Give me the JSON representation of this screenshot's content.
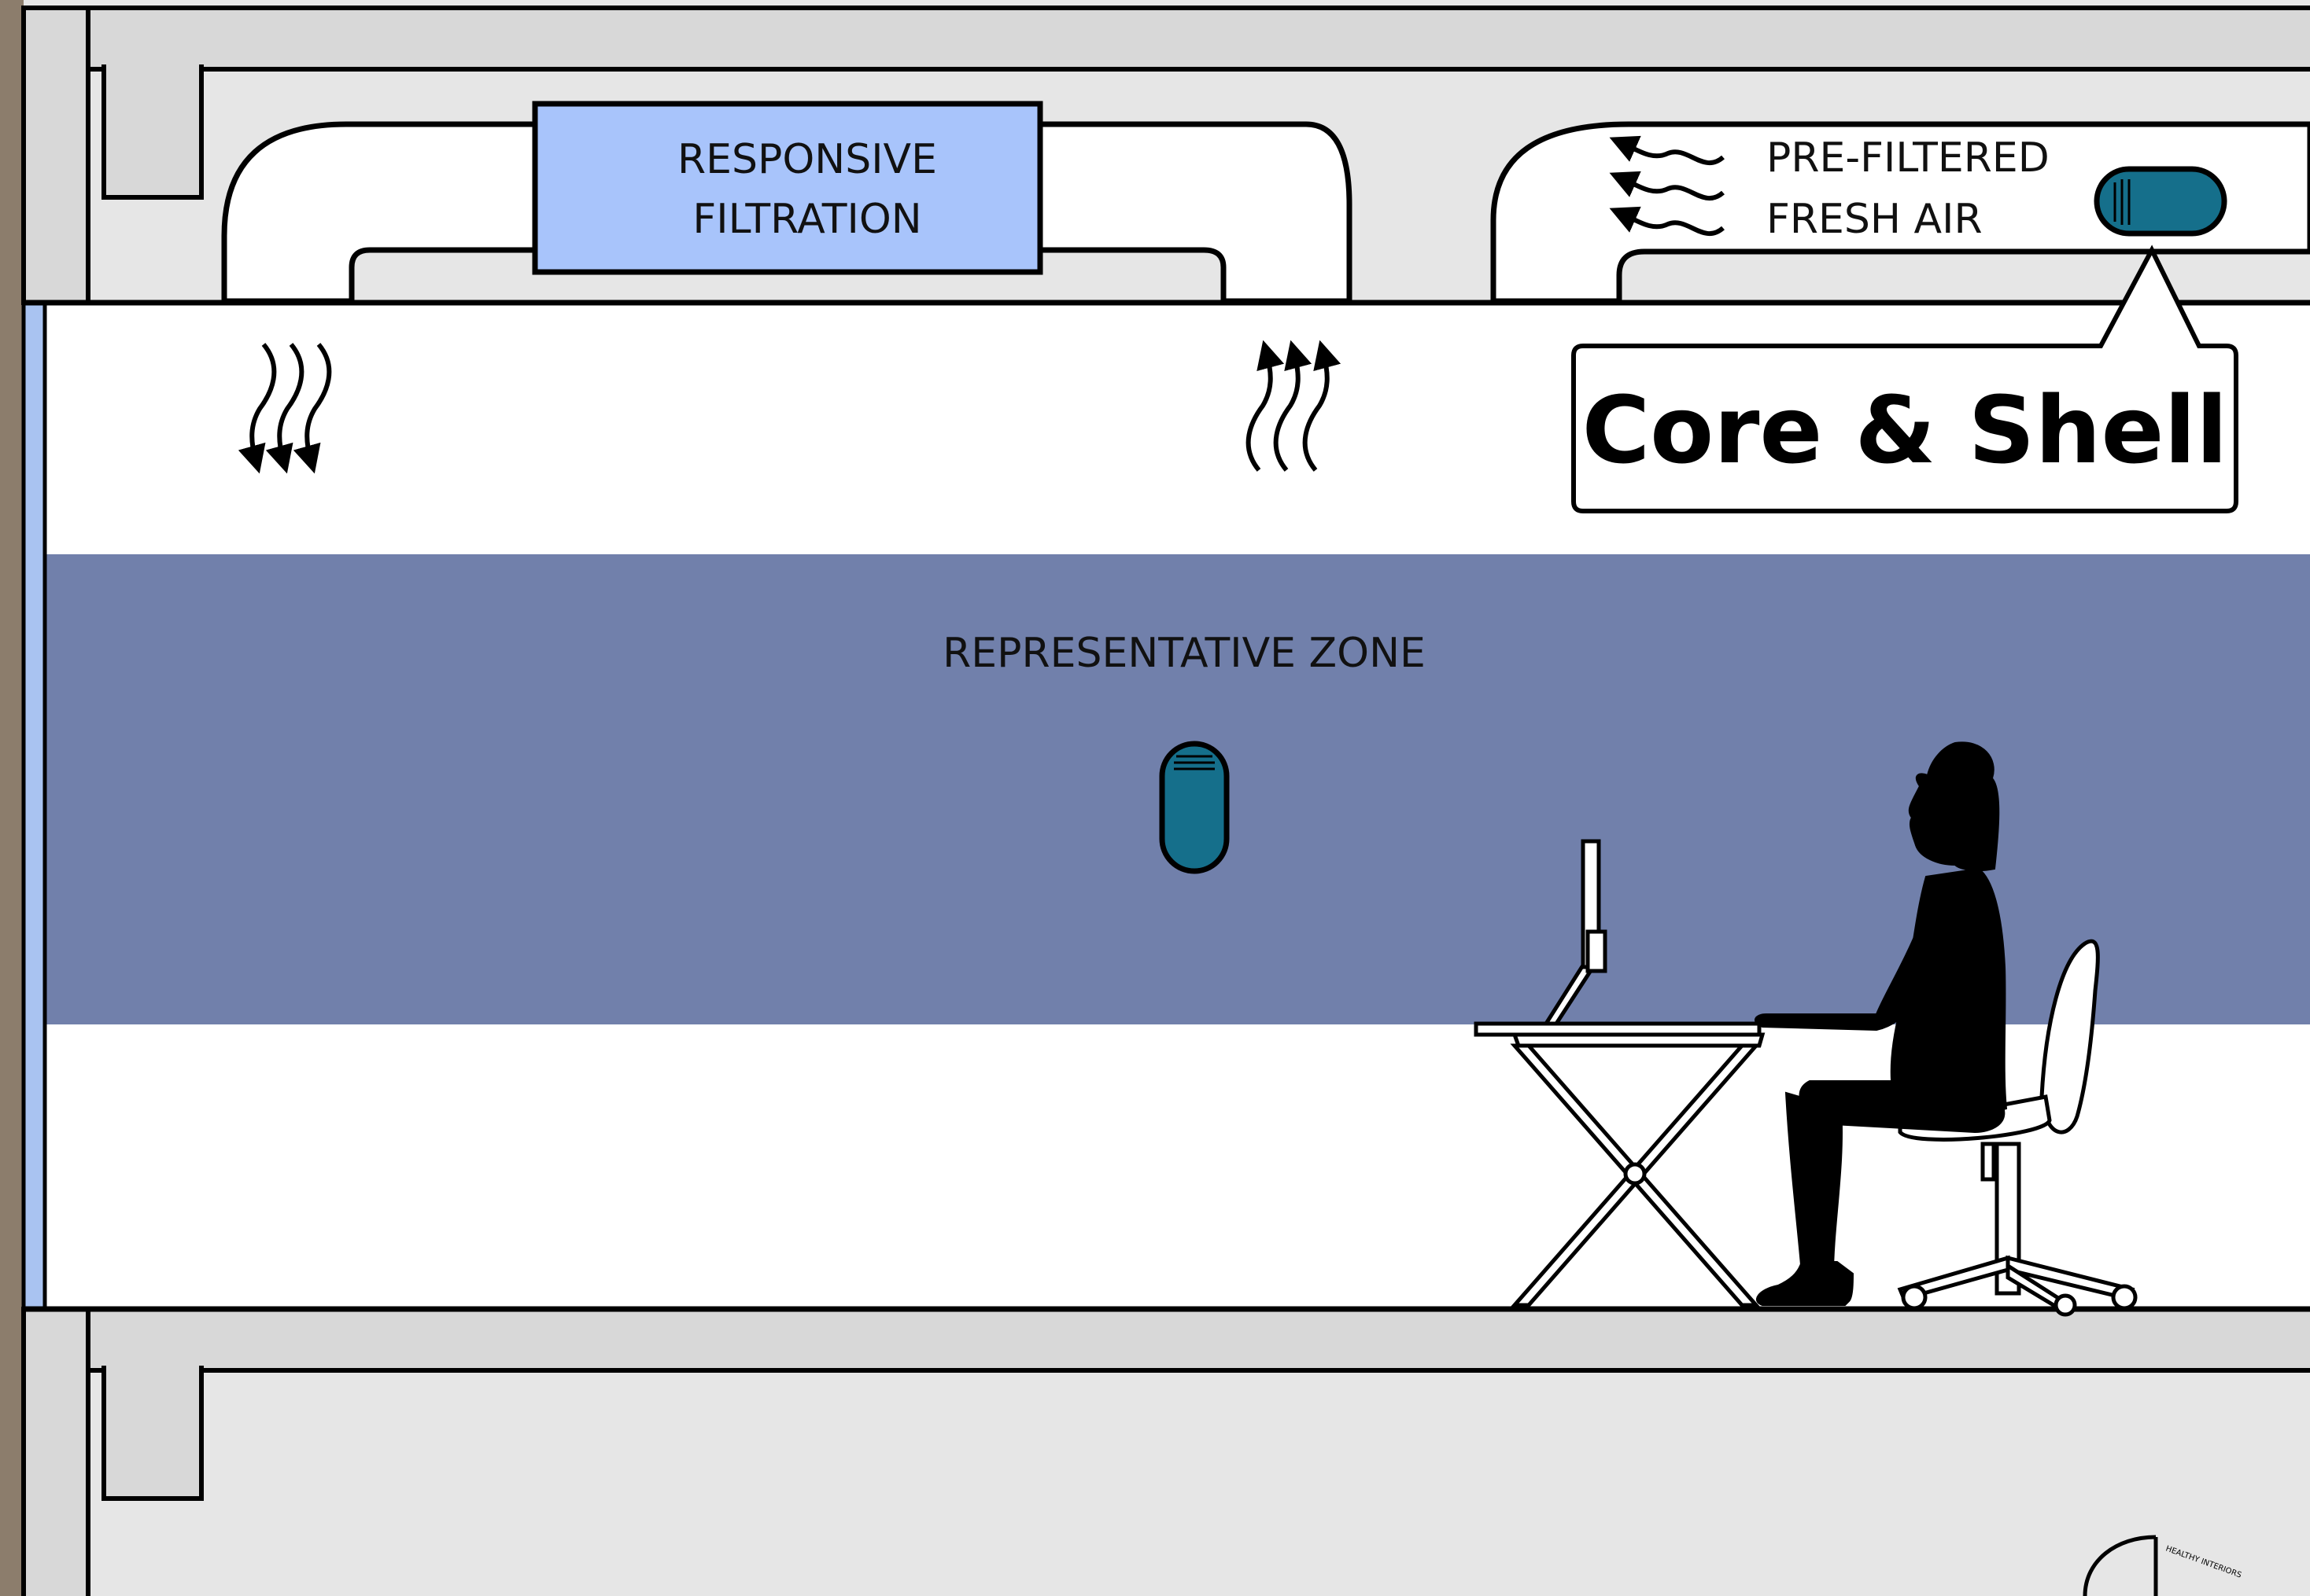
{
  "labels": {
    "filtration_line1": "RESPONSIVE",
    "filtration_line2": "FILTRATION",
    "fresh_air_line1": "PRE-FILTERED",
    "fresh_air_line2": "FRESH AIR",
    "callout": "Core & Shell",
    "zone": "REPRESENTATIVE ZONE",
    "logo_text": "HEALTHY INTERIORS"
  },
  "colors": {
    "ceiling_slab": "#e6e6e6",
    "beam": "#d8d8d8",
    "room": "#ffffff",
    "zone_band": "#7180ab",
    "filter_box": "#a8c4fb",
    "sensor": "#156f8b",
    "window_glass": "#a9c3f1",
    "outline": "#000000"
  },
  "icons": {
    "supply_air": "wavy-arrows-down-icon",
    "return_air": "wavy-arrows-up-icon",
    "fresh_air": "wavy-arrows-left-icon",
    "sensor": "air-sensor-icon",
    "person": "seated-person-silhouette",
    "desk": "desk-with-monitor",
    "chair": "office-chair",
    "logo": "healthy-interiors-logo"
  }
}
